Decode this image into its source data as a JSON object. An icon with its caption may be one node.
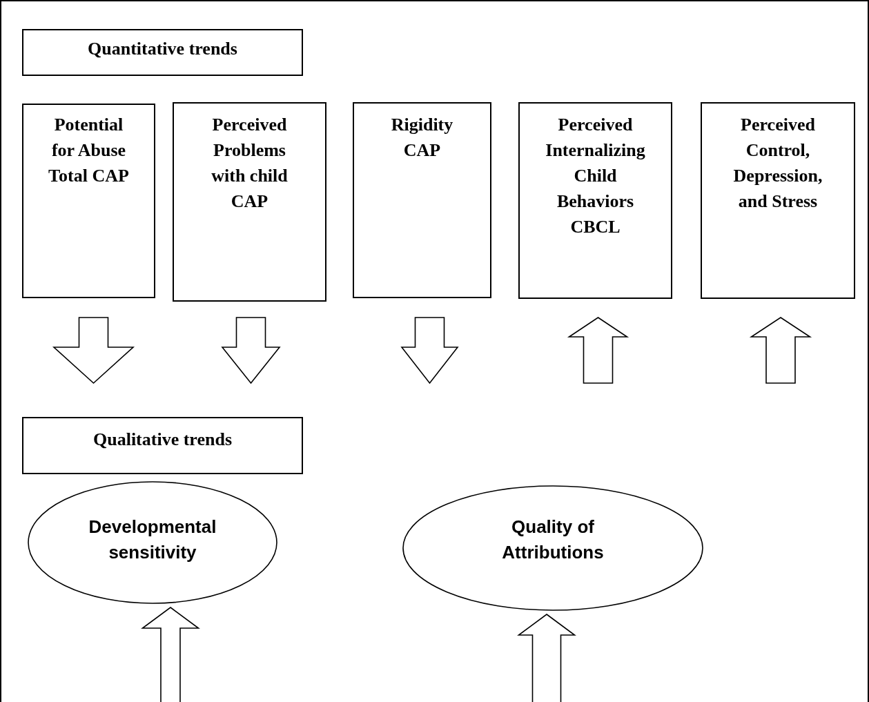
{
  "diagram": {
    "nodes": [
      {
        "text": [
          "Quantitative trends"
        ]
      },
      {
        "text": [
          "Potential for Abuse Total CAP"
        ]
      },
      {
        "text": [
          "Perceived Problems with child CAP"
        ]
      },
      {
        "text": [
          "Rigidity CAP"
        ]
      },
      {
        "text": [
          "Perceived Internalizing Child Behaviors CBCL"
        ]
      },
      {
        "text": [
          "Perceived Control, Depression, and Stress"
        ]
      },
      {
        "text": [
          "Qualitative trends"
        ]
      },
      {
        "text": [
          "Developmental sensitivity"
        ]
      },
      {
        "text": [
          "Quality of Attributions"
        ]
      }
    ],
    "edges": [
      {
        "from": 1,
        "to": null,
        "arrow": "to"
      },
      {
        "from": 2,
        "to": null,
        "arrow": "to"
      },
      {
        "from": 3,
        "to": null,
        "arrow": "to"
      },
      {
        "from": null,
        "to": 4,
        "arrow": "to"
      },
      {
        "from": null,
        "to": 5,
        "arrow": "to"
      },
      {
        "from": null,
        "to": 7,
        "arrow": "to"
      },
      {
        "from": null,
        "to": 8,
        "arrow": "to"
      }
    ]
  }
}
